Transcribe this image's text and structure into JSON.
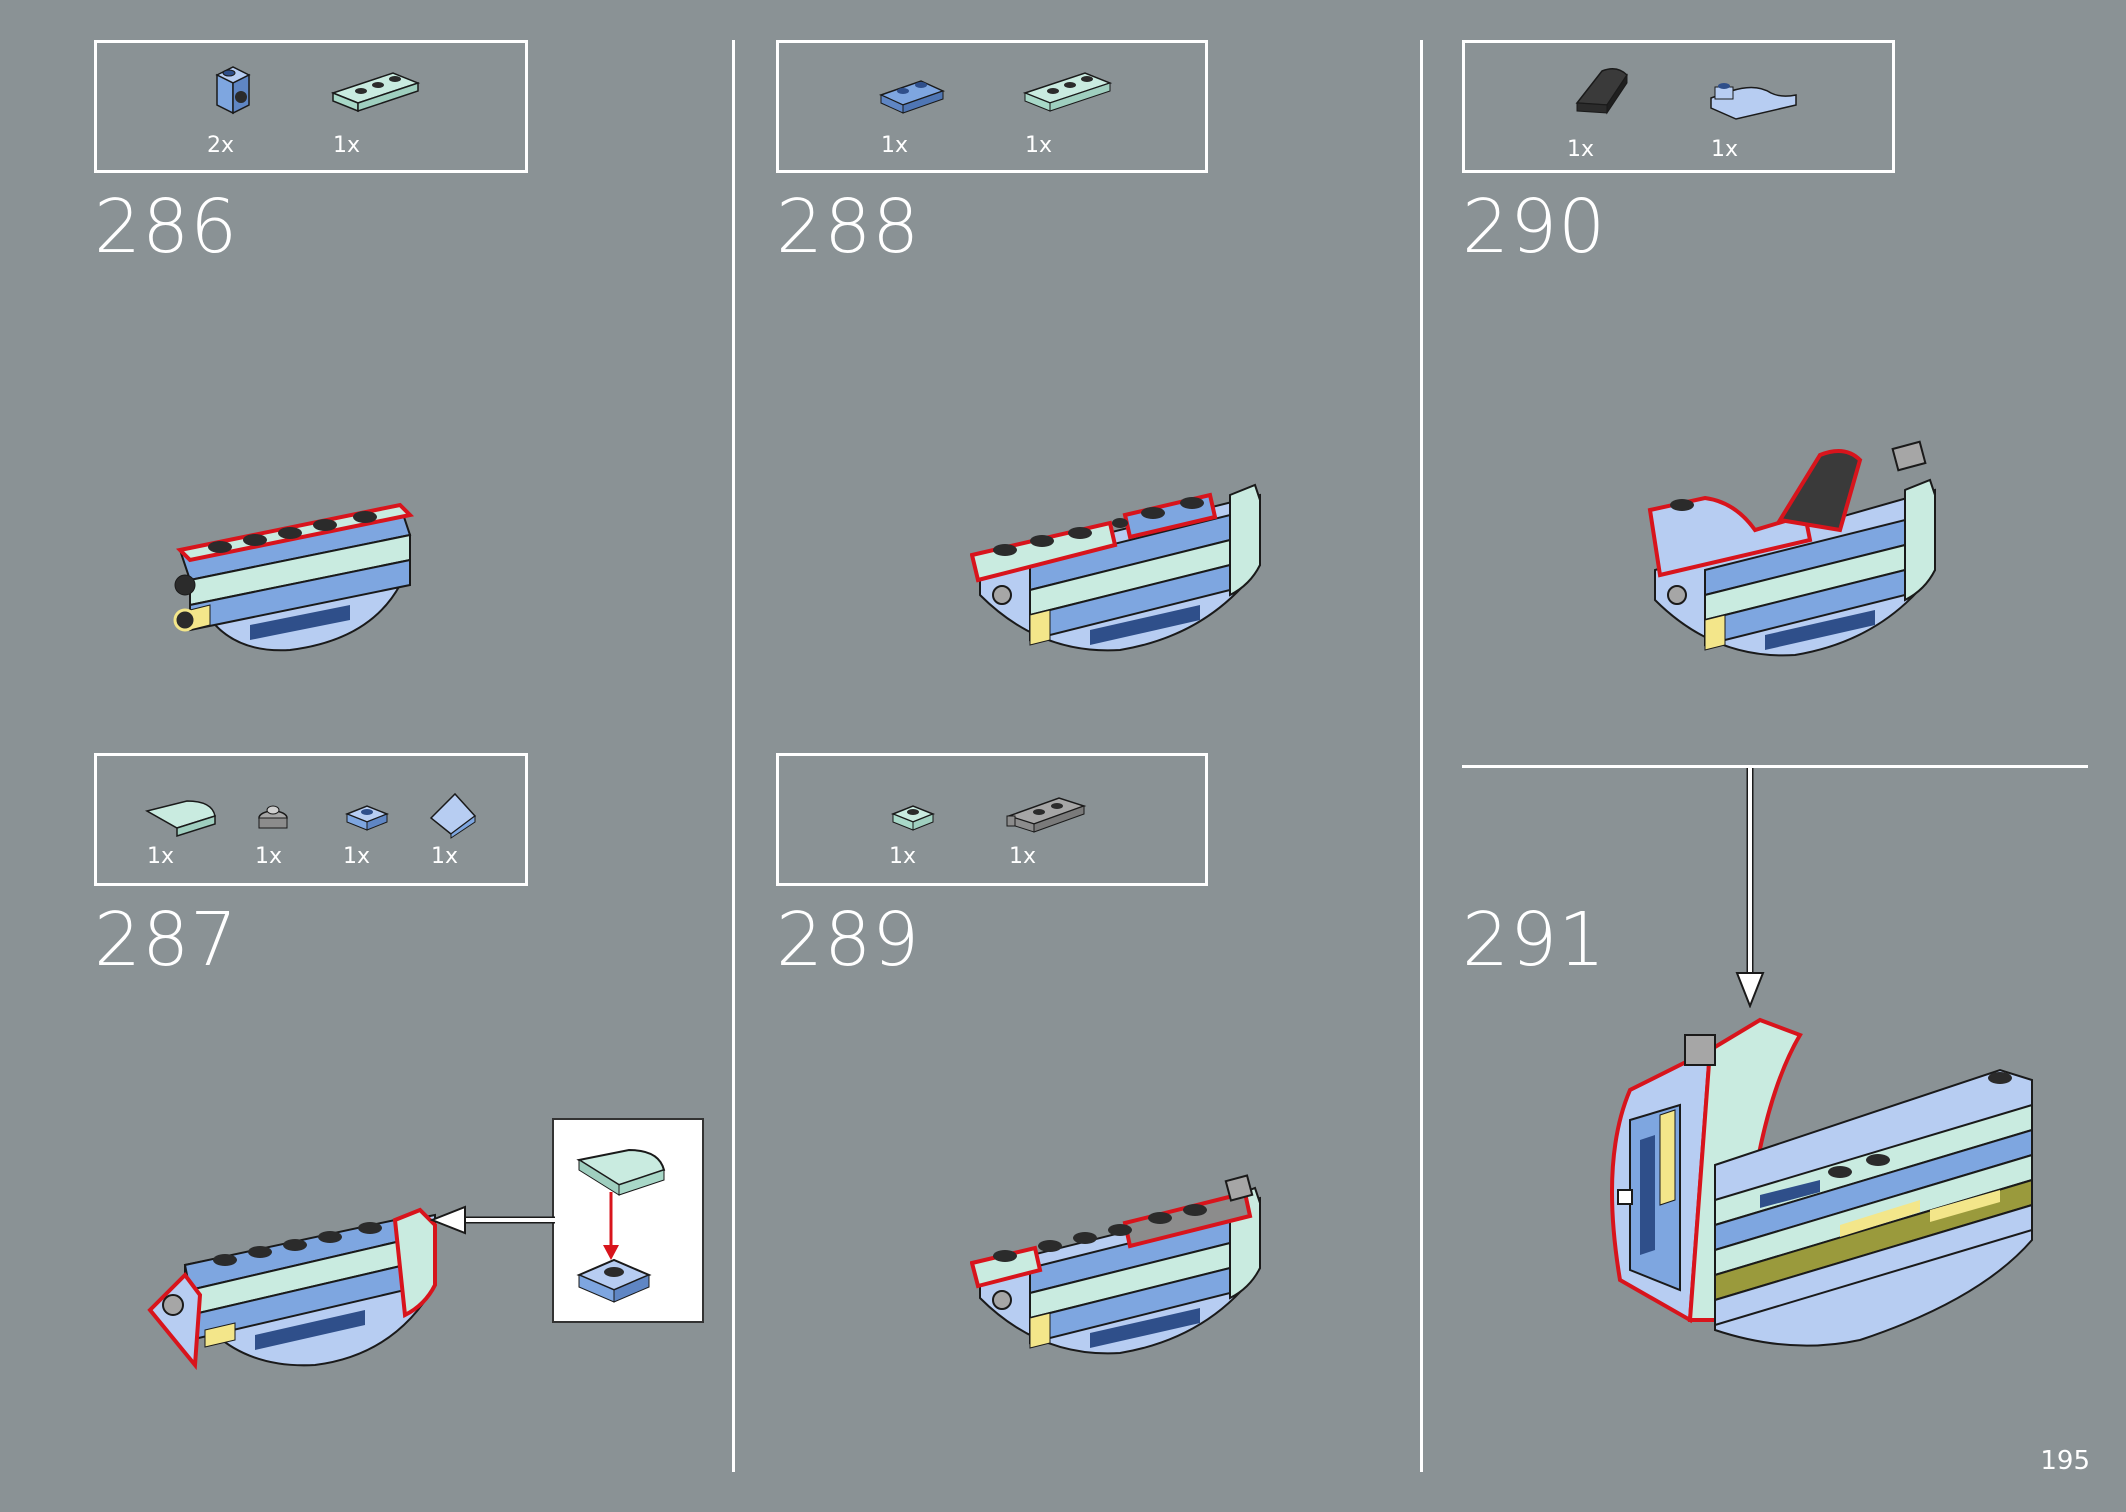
{
  "page_number": "195",
  "colors": {
    "background": "#8a9295",
    "frame": "#ffffff",
    "highlight": "#d8141c",
    "blue": "#7ea6e0",
    "light_blue": "#b7cdf2",
    "aqua": "#c9ebe0",
    "dark_blue": "#2f4f8a",
    "yellow": "#f3e68a",
    "black": "#2b2b2b",
    "grey": "#a6a6a6",
    "olive": "#9a9a3c"
  },
  "steps": [
    {
      "number": "286",
      "parts": [
        {
          "icon": "blue-bracket-1x1",
          "qty": "2x"
        },
        {
          "icon": "aqua-plate-1x3",
          "qty": "1x"
        }
      ]
    },
    {
      "number": "287",
      "parts": [
        {
          "icon": "aqua-curved-slope",
          "qty": "1x"
        },
        {
          "icon": "grey-round-plate",
          "qty": "1x"
        },
        {
          "icon": "blue-plate-1x1",
          "qty": "1x"
        },
        {
          "icon": "blue-slope",
          "qty": "1x"
        }
      ]
    },
    {
      "number": "288",
      "parts": [
        {
          "icon": "blue-plate-1x2",
          "qty": "1x"
        },
        {
          "icon": "aqua-plate-1x3",
          "qty": "1x"
        }
      ]
    },
    {
      "number": "289",
      "parts": [
        {
          "icon": "aqua-plate-1x1",
          "qty": "1x"
        },
        {
          "icon": "grey-plate-clip",
          "qty": "1x"
        }
      ]
    },
    {
      "number": "290",
      "parts": [
        {
          "icon": "black-curved-slope",
          "qty": "1x"
        },
        {
          "icon": "blue-curved-plate",
          "qty": "1x"
        }
      ]
    },
    {
      "number": "291",
      "parts": []
    }
  ]
}
